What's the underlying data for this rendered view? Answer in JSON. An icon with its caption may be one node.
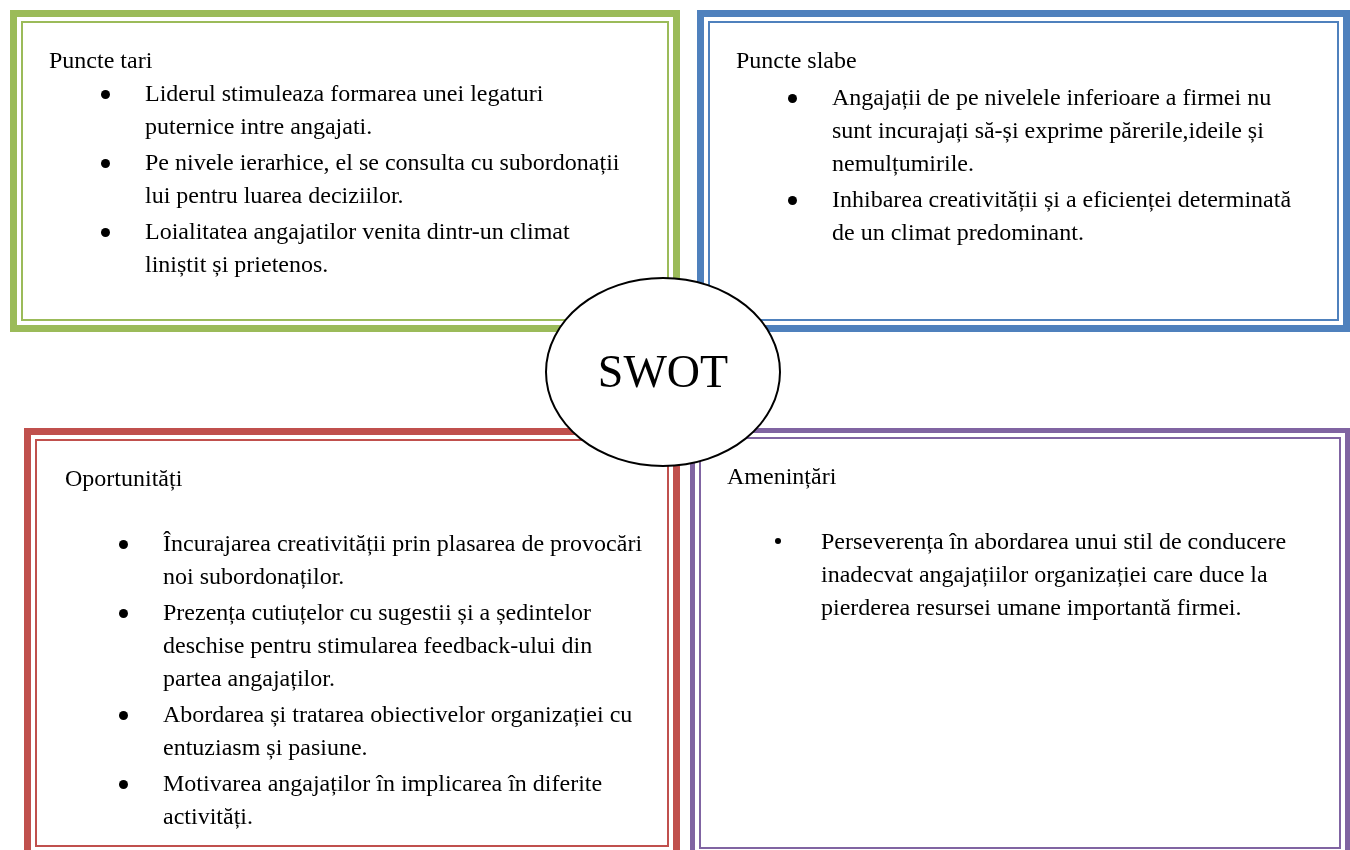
{
  "diagram": {
    "nodes": [
      {
        "text": [
          "Puncte tari",
          "Liderul stimuleaza formarea unei legaturi puternice intre angajati.",
          "Pe nivele ierarhice, el se consulta cu subordonații lui pentru luarea deciziilor.",
          "Loialitatea angajatilor venita dintr-un climat liniștit și prietenos."
        ]
      },
      {
        "text": [
          "Puncte slabe",
          "Angajații de pe nivelele inferioare a firmei nu sunt incurajați să-și exprime părerile,ideile și nemulțumirile.",
          "Inhibarea creativității și a eficienței determinată de un climat predominant."
        ]
      },
      {
        "text": [
          "SWOT"
        ]
      },
      {
        "text": [
          "Oportunități",
          "Încurajarea creativității prin plasarea de provocări noi subordonaților.",
          "Prezența cutiuțelor cu sugestii și a ședintelor deschise pentru stimularea feedback-ului din partea angajaților.",
          "Abordarea și tratarea obiectivelor organizației cu entuziasm și pasiune.",
          "Motivarea angajaților în implicarea în diferite activități."
        ]
      },
      {
        "text": [
          "Amenințări",
          "Perseverența în abordarea unui stil de conducere inadecvat angajațiilor organizației care duce la pierderea resursei umane importantă firmei."
        ]
      }
    ]
  }
}
